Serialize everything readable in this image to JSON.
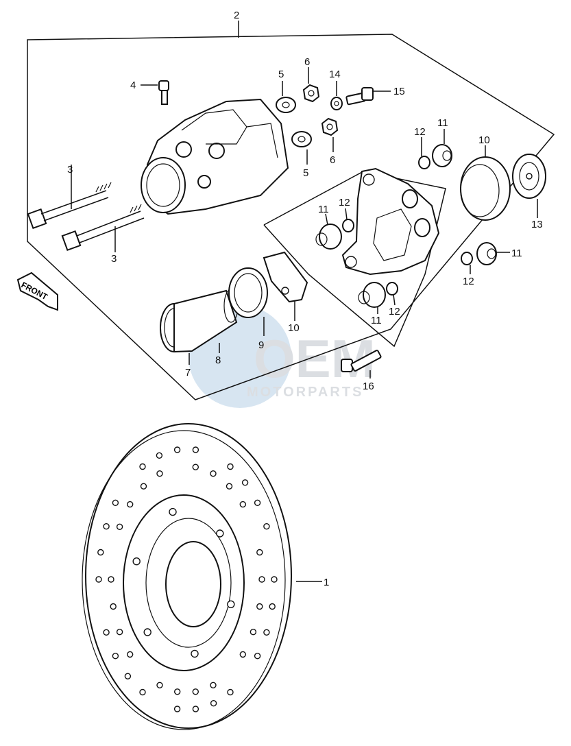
{
  "front_arrow": {
    "label": "FRONT"
  },
  "watermark": {
    "brand": "OEM",
    "sub": "MOTORPARTS"
  },
  "callouts": {
    "c1": "1",
    "c2": "2",
    "c3a": "3",
    "c3b": "3",
    "c4": "4",
    "c5a": "5",
    "c5b": "5",
    "c6a": "6",
    "c6b": "6",
    "c7": "7",
    "c8": "8",
    "c9": "9",
    "c10a": "10",
    "c10b": "10",
    "c11a": "11",
    "c11b": "11",
    "c11c": "11",
    "c11d": "11",
    "c12a": "12",
    "c12b": "12",
    "c12c": "12",
    "c12d": "12",
    "c13": "13",
    "c14": "14",
    "c15": "15",
    "c16": "16"
  }
}
